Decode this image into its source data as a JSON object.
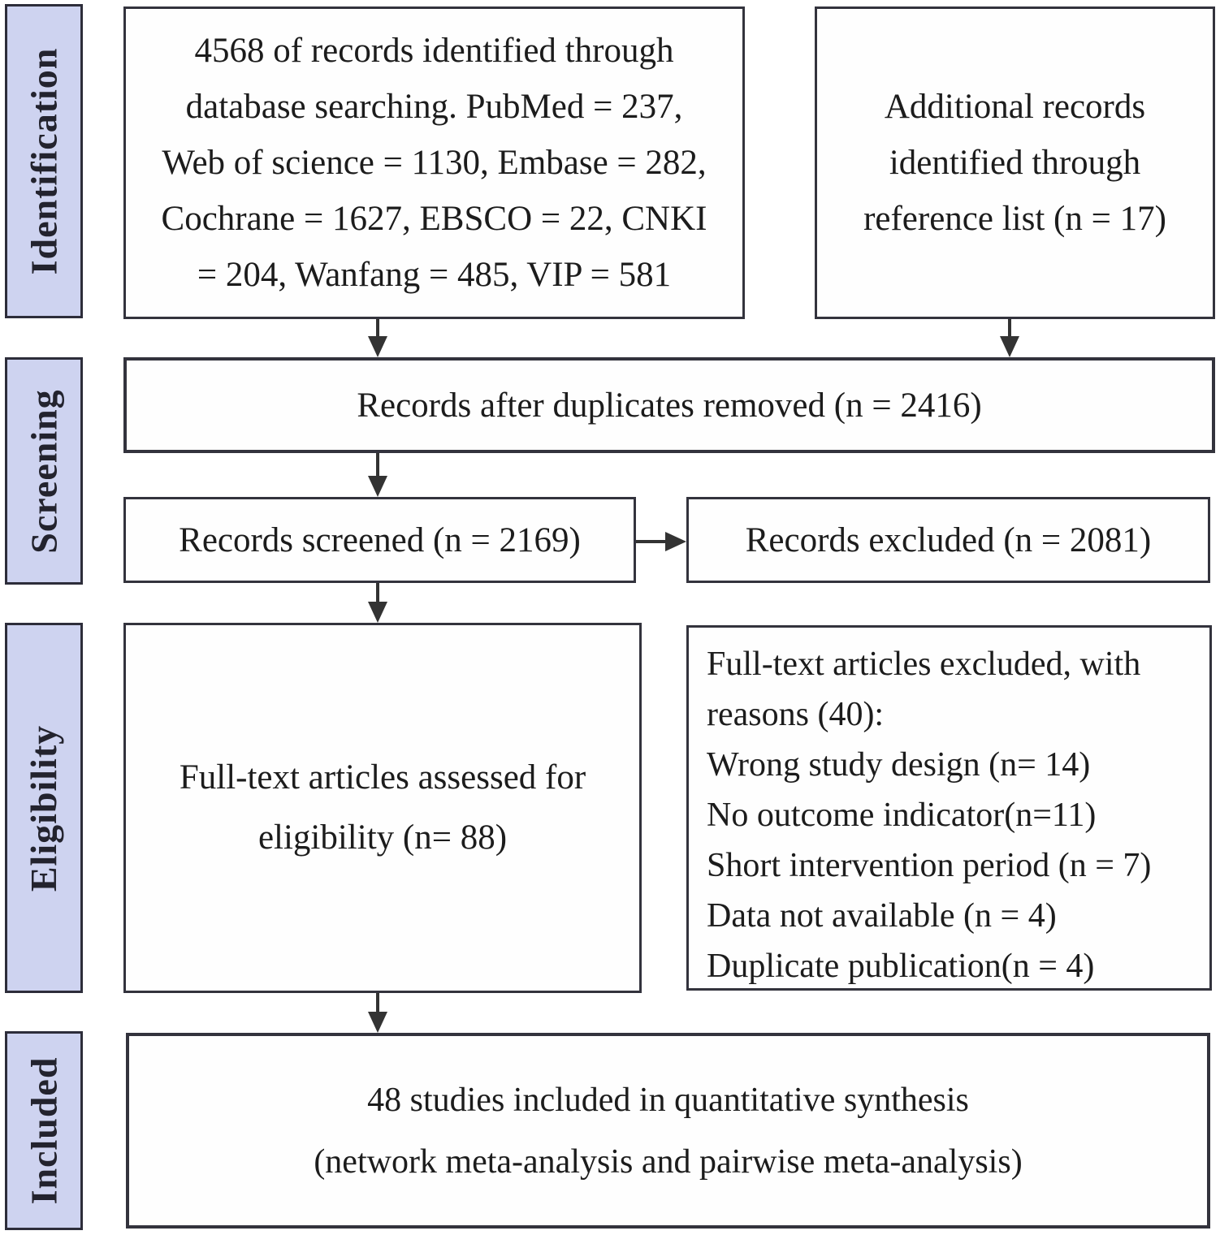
{
  "colors": {
    "stage_fill": "#ced3f0",
    "stage_border": "#2d2d3a",
    "box_border": "#33333d",
    "arrow": "#333333",
    "text": "#1c1c1c"
  },
  "sidebar": {
    "items": [
      {
        "label": "Identification"
      },
      {
        "label": "Screening"
      },
      {
        "label": "Eligibility"
      },
      {
        "label": "Included"
      }
    ]
  },
  "flow": {
    "identified": {
      "lines": [
        "4568 of records identified through",
        "database searching. PubMed = 237,",
        "Web of science = 1130, Embase = 282,",
        "Cochrane = 1627, EBSCO = 22, CNKI",
        "= 204, Wanfang = 485, VIP = 581"
      ]
    },
    "additional": {
      "lines": [
        "Additional records",
        "identified through",
        "reference list (n = 17)"
      ]
    },
    "duplicates": {
      "text": "Records after duplicates removed (n = 2416)"
    },
    "screened": {
      "text": "Records screened (n = 2169)"
    },
    "excluded": {
      "text": "Records excluded (n = 2081)"
    },
    "fulltext": {
      "lines": [
        "Full-text articles assessed for",
        "eligibility (n= 88)"
      ]
    },
    "reasons": {
      "lines": [
        "Full-text articles excluded, with",
        "reasons (40):",
        "Wrong study design (n= 14)",
        "No outcome indicator(n=11)",
        "Short intervention period (n = 7)",
        "Data not available (n = 4)",
        "Duplicate publication(n = 4)"
      ]
    },
    "included": {
      "lines": [
        "48 studies included in quantitative synthesis",
        "(network meta-analysis and pairwise meta-analysis)"
      ]
    }
  }
}
